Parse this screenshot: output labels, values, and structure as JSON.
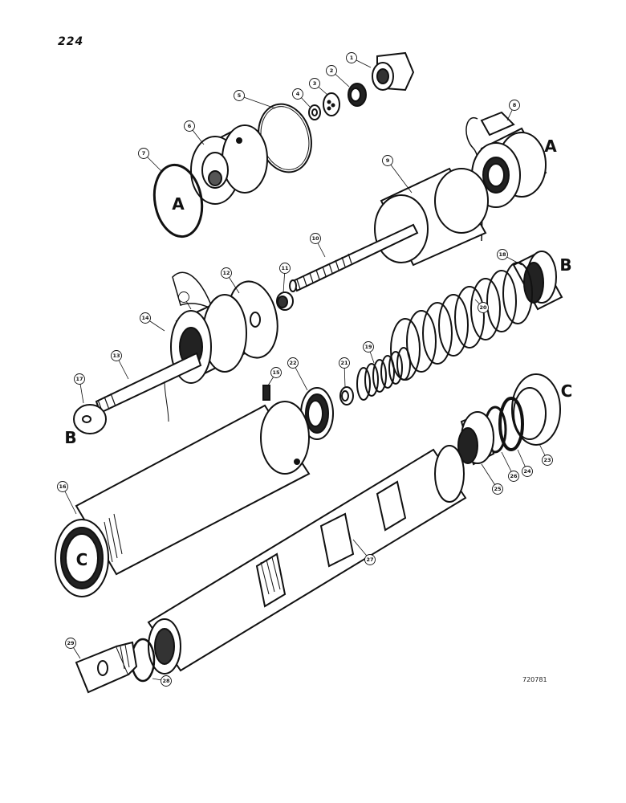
{
  "page": {
    "number": "224",
    "reference_code": "720781"
  },
  "section_letters": [
    "A",
    "A",
    "B",
    "B",
    "C",
    "C"
  ],
  "callouts": [
    "1",
    "2",
    "3",
    "4",
    "5",
    "6",
    "7",
    "8",
    "9",
    "10",
    "11",
    "12",
    "13",
    "14",
    "15",
    "16",
    "17",
    "18",
    "19",
    "20",
    "21",
    "22",
    "23",
    "24",
    "25",
    "26",
    "27",
    "28",
    "29"
  ]
}
